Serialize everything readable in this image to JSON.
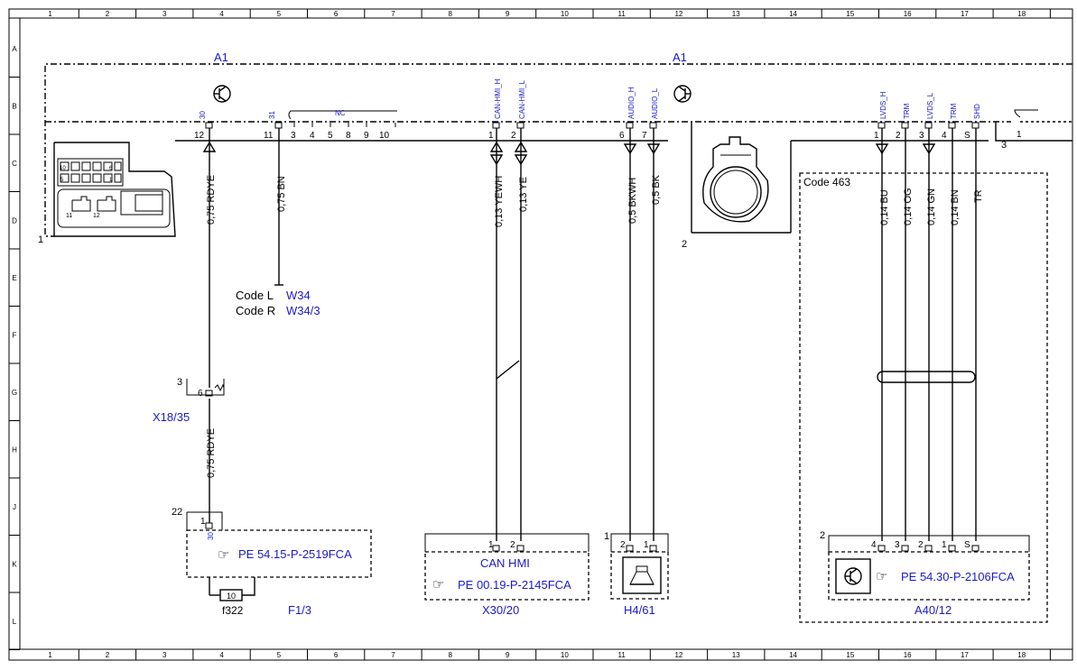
{
  "grid": {
    "columns": [
      "1",
      "2",
      "3",
      "4",
      "5",
      "6",
      "7",
      "8",
      "9",
      "10",
      "11",
      "12",
      "13",
      "14",
      "15",
      "16",
      "17",
      "18"
    ],
    "rows": [
      "A",
      "B",
      "C",
      "D",
      "E",
      "F",
      "G",
      "H",
      "J",
      "K",
      "L"
    ]
  },
  "module": {
    "ref_left": "A1",
    "ref_right": "A1",
    "connector_1": "1",
    "connector_2": "2",
    "connector_3": "3",
    "connector_3_pin": "1"
  },
  "pins_left": [
    {
      "num": "12",
      "sig": "30"
    },
    {
      "num": "11",
      "sig": "31"
    },
    {
      "num": "3"
    },
    {
      "num": "4"
    },
    {
      "num": "5"
    },
    {
      "num": "8"
    },
    {
      "num": "9"
    },
    {
      "num": "10"
    }
  ],
  "nc_label": "NC",
  "pins_can": [
    {
      "num": "1",
      "sig": "CAN-HMI_H"
    },
    {
      "num": "2",
      "sig": "CAN-HMI_L"
    }
  ],
  "pins_audio": [
    {
      "num": "6",
      "sig": "AUDIO_H"
    },
    {
      "num": "7",
      "sig": "AUDIO_L"
    }
  ],
  "pins_lvds": [
    {
      "num": "1",
      "sig": "LVDS_H"
    },
    {
      "num": "2",
      "sig": "TRM"
    },
    {
      "num": "3",
      "sig": "LVDS_L"
    },
    {
      "num": "4",
      "sig": "TRM"
    },
    {
      "num": "S",
      "sig": "SHD"
    }
  ],
  "wires": {
    "rdye_top": "0,75 RDYE",
    "bn": "0,75 BN",
    "rdye_bottom": "0,75 RDYE",
    "yewh": "0,13 YEWH",
    "ye": "0,13 YE",
    "bkwh": "0,5 BKWH",
    "bk": "0,5 BK",
    "bu": "0,14 BU",
    "og": "0,14 OG",
    "gn": "0,14 GN",
    "bn14": "0,14 BN",
    "tr": "TR"
  },
  "codes": {
    "l_label": "Code L",
    "l_ref": "W34",
    "r_label": "Code R",
    "r_ref": "W34/3",
    "code463": "Code 463"
  },
  "x18": {
    "ref": "X18/35",
    "num": "3",
    "pin": "6"
  },
  "fuse_block": {
    "num": "22",
    "pin": "1",
    "sig": "30",
    "pe": "PE 54.15-P-2519FCA",
    "fuse_value": "10",
    "fuse_name": "f322",
    "ref": "F1/3"
  },
  "can_block": {
    "pin1": "1",
    "pin2": "2",
    "title": "CAN HMI",
    "pe": "PE 00.19-P-2145FCA",
    "ref": "X30/20"
  },
  "speaker_block": {
    "num": "1",
    "pin1": "2",
    "pin2": "1",
    "ref": "H4/61"
  },
  "antenna_block": {
    "num": "2",
    "pins": [
      "4",
      "3",
      "2",
      "1",
      "S"
    ],
    "pe": "PE 54.30-P-2106FCA",
    "ref": "A40/12"
  },
  "pointer_glyph": "☞"
}
